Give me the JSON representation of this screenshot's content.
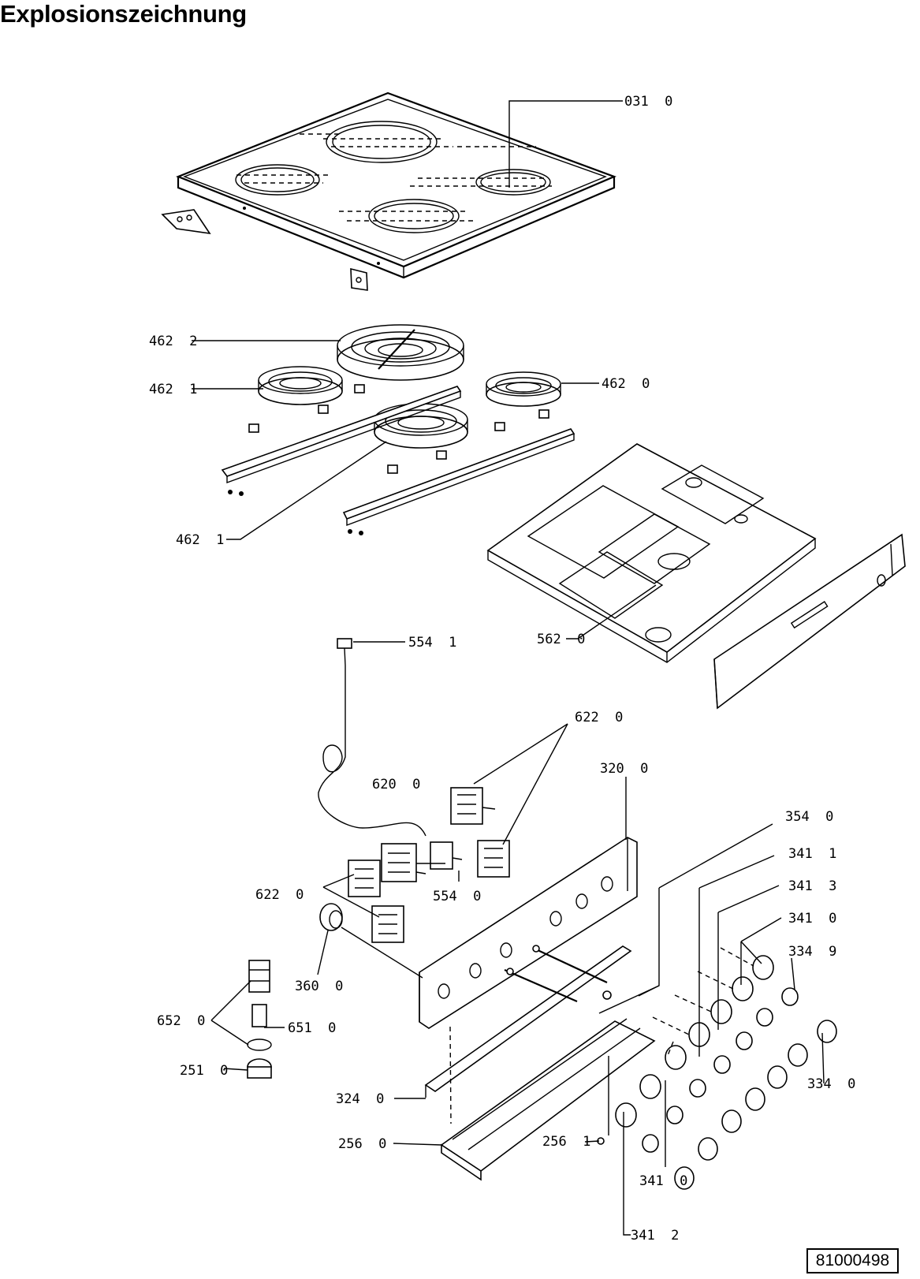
{
  "title": "Explosionszeichnung",
  "document_number": "81000498",
  "callouts": {
    "c_0310": "031  0",
    "c_4622": "462  2",
    "c_4621_top": "462  1",
    "c_4620": "462  0",
    "c_4621_bottom": "462  1",
    "c_5620": "562  0",
    "c_5541_top": "554  1",
    "c_6220_top": "622  0",
    "c_3200": "320  0",
    "c_6200": "620  0",
    "c_3540": "354  0",
    "c_3411": "341  1",
    "c_3413": "341  3",
    "c_5540": "554  0",
    "c_6220_left": "622  0",
    "c_3410_top": "341  0",
    "c_3349": "334  9",
    "c_3600": "360  0",
    "c_6520": "652  0",
    "c_6510": "651  0",
    "c_2510": "251  0",
    "c_3340": "334  0",
    "c_3240": "324  0",
    "c_2560": "256  0",
    "c_2561": "256  1",
    "c_3410_bottom": "341  0",
    "c_3412": "341  2"
  }
}
